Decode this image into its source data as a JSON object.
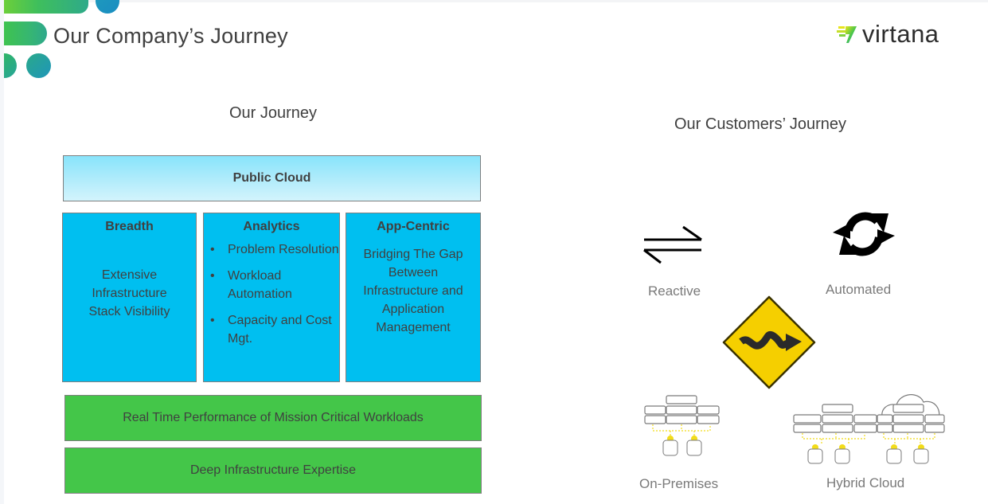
{
  "header": {
    "title": "Our Company’s Journey",
    "logo_text": "virtana",
    "logo_icon": "virtana-v-logo-icon"
  },
  "left": {
    "title": "Our Journey",
    "top_box": "Public Cloud",
    "columns": [
      {
        "heading": "Breadth",
        "body": [
          "Extensive",
          "Infrastructure",
          "Stack Visibility"
        ]
      },
      {
        "heading": "Analytics",
        "bullets": [
          "Problem Resolution",
          "Workload Automation",
          "Capacity and Cost Mgt."
        ]
      },
      {
        "heading": "App-Centric",
        "body": [
          "Bridging The Gap",
          "Between",
          "Infrastructure and",
          "Application",
          "Management"
        ]
      }
    ],
    "foundations": [
      "Real Time Performance of Mission Critical Workloads",
      "Deep Infrastructure Expertise"
    ]
  },
  "right": {
    "title": "Our Customers’ Journey",
    "items": [
      {
        "label": "Reactive",
        "icon": "exchange-arrows-icon"
      },
      {
        "label": "Automated",
        "icon": "sync-arrows-icon"
      },
      {
        "label": "On-Premises",
        "icon": "on-premises-servers-icon"
      },
      {
        "label": "Hybrid Cloud",
        "icon": "hybrid-cloud-servers-icon"
      }
    ],
    "center_sign": "winding-road-sign-icon"
  },
  "colors": {
    "cyan": "#00bff0",
    "green": "#44c649",
    "sign_yellow": "#f5cf00",
    "connector_yellow": "#f2dc1a"
  }
}
